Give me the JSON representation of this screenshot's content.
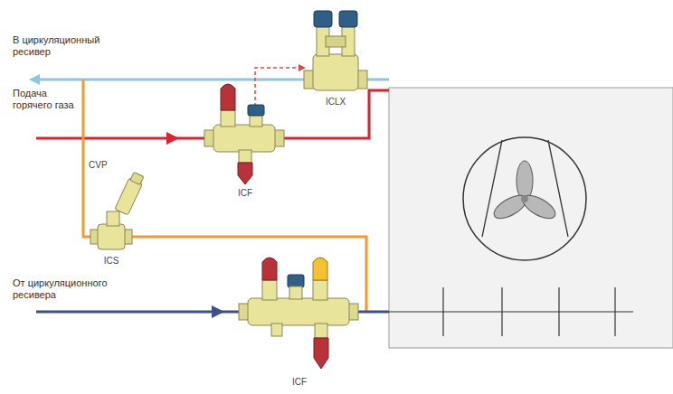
{
  "diagram": {
    "labels": [
      "В циркуляционный ресивер",
      "Подача горячего газа",
      "ICLX",
      "ICF",
      "CVP",
      "ICS",
      "От циркуляционного ресивера",
      "ICF"
    ]
  }
}
